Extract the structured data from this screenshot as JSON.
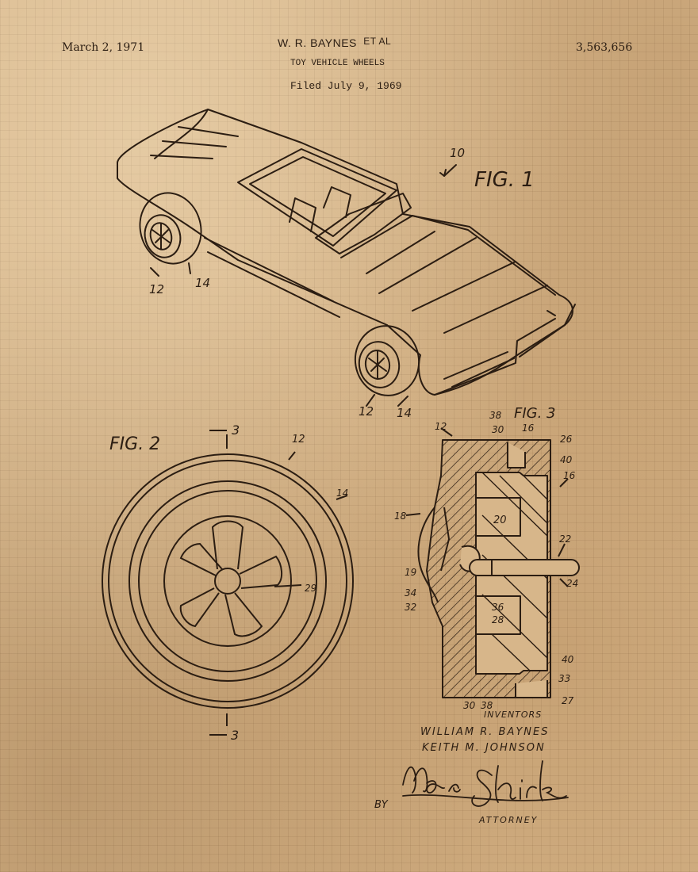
{
  "header": {
    "date": "March 2, 1971",
    "inventor": "W. R. BAYNES",
    "et_al": "ET AL",
    "title": "TOY VEHICLE WHEELS",
    "filed": "Filed July 9, 1969",
    "patent_number": "3,563,656"
  },
  "figures": {
    "fig1": "FIG. 1",
    "fig2": "FIG. 2",
    "fig3": "FIG. 3"
  },
  "fig1_refs": [
    "10",
    "12",
    "14",
    "12",
    "14"
  ],
  "fig2_refs": [
    "3",
    "12",
    "14",
    "29",
    "3"
  ],
  "fig3_refs": [
    "12",
    "38",
    "30",
    "16",
    "26",
    "40",
    "16",
    "18",
    "20",
    "22",
    "19",
    "24",
    "34",
    "32",
    "36",
    "28",
    "40",
    "33",
    "27",
    "30",
    "38"
  ],
  "footer": {
    "inventors_label": "INVENTORS",
    "inventor_1": "WILLIAM R. BAYNES",
    "inventor_2": "KEITH M. JOHNSON",
    "by": "BY",
    "signature": "Max E. Shirk",
    "attorney_label": "ATTORNEY"
  },
  "colors": {
    "paper": "#d7b68a",
    "ink": "#2b1d12"
  }
}
